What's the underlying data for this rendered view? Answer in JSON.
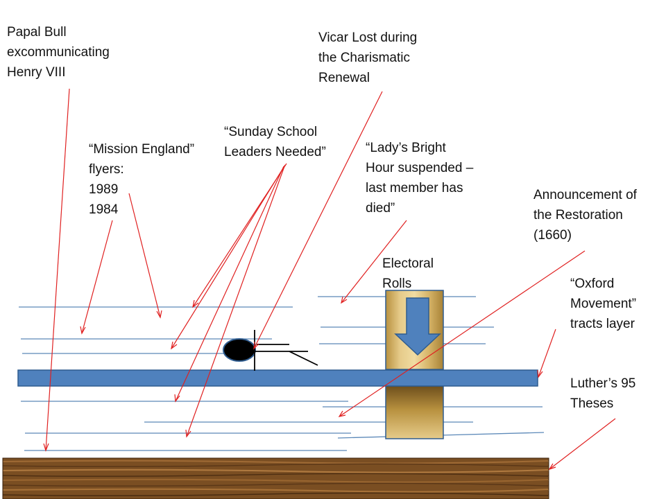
{
  "labels": {
    "papal_bull": "Papal Bull\nexcommunicating\nHenry VIII",
    "vicar_lost": "Vicar Lost during\nthe Charismatic\nRenewal",
    "sunday_school": "“Sunday School\nLeaders Needed”",
    "mission_england": "“Mission England”\nflyers:\n1989\n1984",
    "ladys_bright_hour": "“Lady’s Bright\nHour suspended –\nlast member has\ndied”",
    "restoration": "Announcement of\nthe Restoration\n(1660)",
    "electoral_rolls": "Electoral\nRolls",
    "oxford_movement": "“Oxford\nMovement”\ntracts layer",
    "luther_theses": "Luther’s 95\nTheses"
  },
  "colors": {
    "arrow": "#e02020",
    "layer_line": "#5b88b8",
    "blue_layer": "#4f81bd",
    "blue_layer_border": "#2f5c8f",
    "pipe_gold": "#d2b06a",
    "pipe_dark": "#8a6a2c",
    "wood_base": "#7a4e22",
    "figure": "#000000"
  },
  "icons": {
    "down_arrow": "down-arrow-icon",
    "figure": "lying-stick-figure"
  }
}
